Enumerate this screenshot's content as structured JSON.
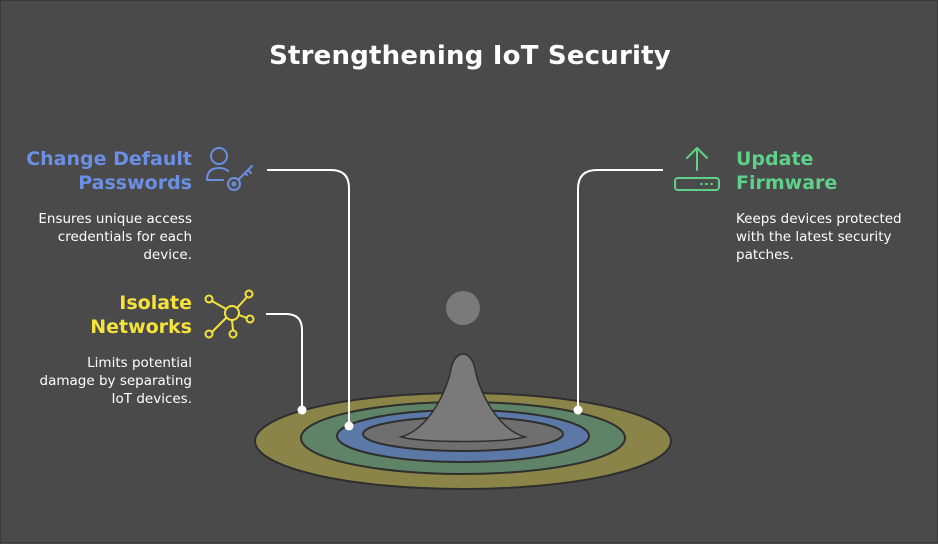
{
  "title": "Strengthening IoT Security",
  "items": [
    {
      "heading_line1": "Change Default",
      "heading_line2": "Passwords",
      "description_lines": [
        "Ensures unique access",
        "credentials for each",
        "device."
      ],
      "icon": "user-key-icon"
    },
    {
      "heading_line1": "Isolate",
      "heading_line2": "Networks",
      "description_lines": [
        "Limits potential",
        "damage by separating",
        "IoT devices."
      ],
      "icon": "network-hub-icon"
    },
    {
      "heading_line1": "Update",
      "heading_line2": "Firmware",
      "description_lines": [
        "Keeps devices protected",
        "with the latest security",
        "patches."
      ],
      "icon": "firmware-upload-icon"
    }
  ],
  "colors": {
    "background": "#4a4a4a",
    "passwords": "#6b8fe3",
    "networks": "#f5e33c",
    "firmware": "#5fd08a",
    "ring_outer": "#8a8449",
    "ring_middle": "#5e8366",
    "ring_inner": "#5c78a6",
    "ring_core": "#6f6f6f",
    "peak": "#7a7a7a"
  }
}
